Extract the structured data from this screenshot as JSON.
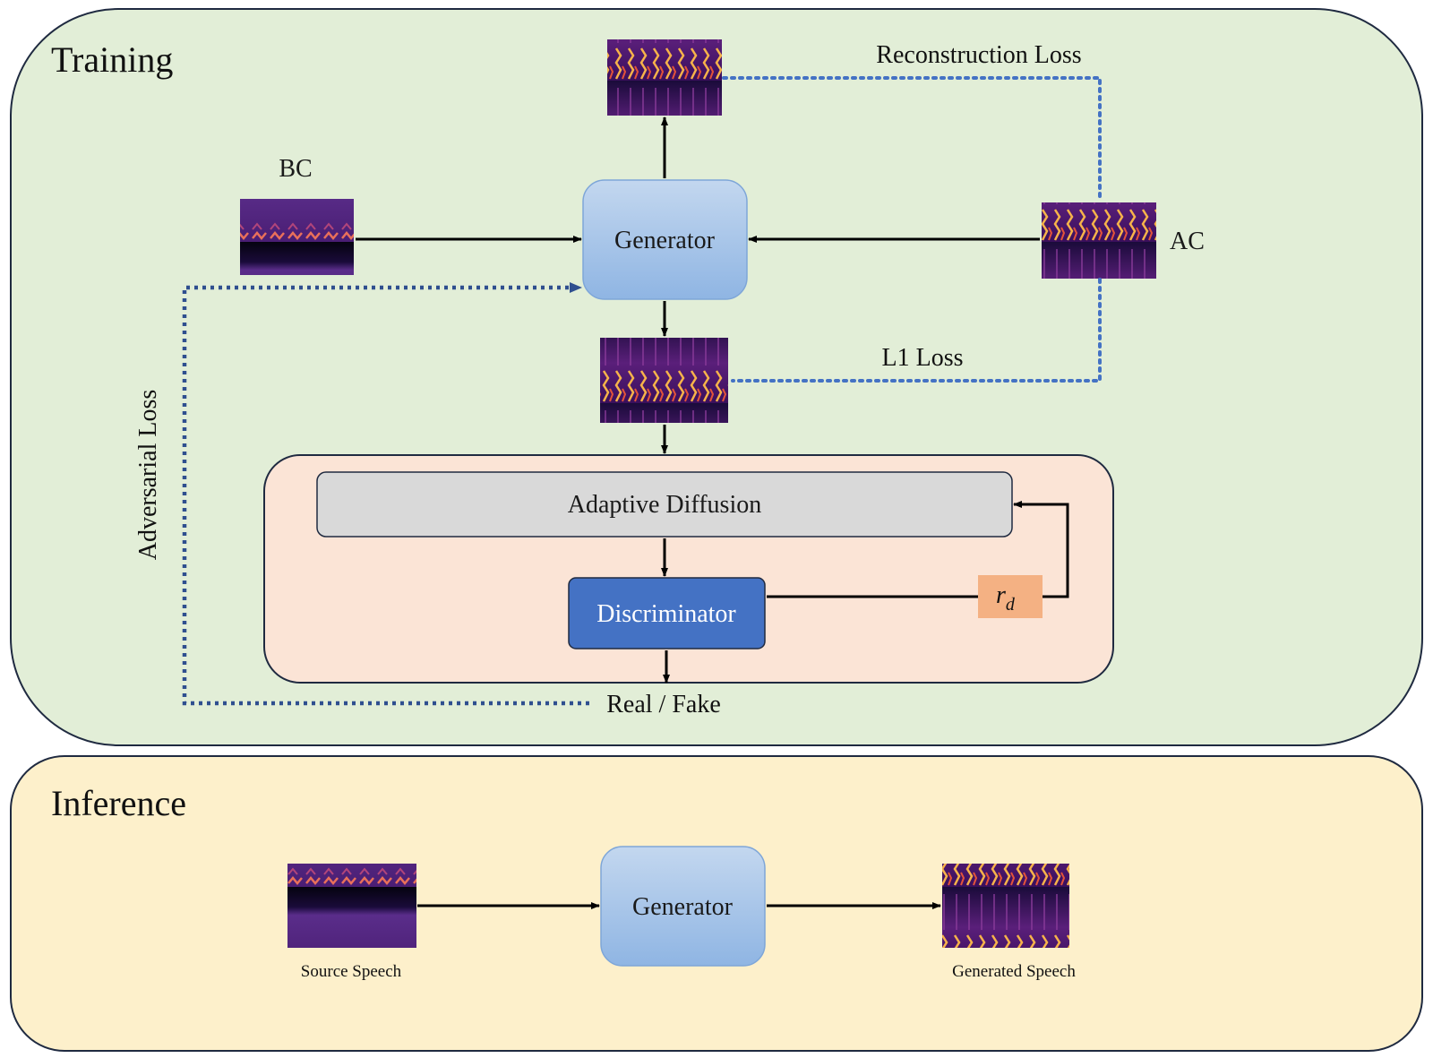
{
  "panels": {
    "training": {
      "title": "Training"
    },
    "inference": {
      "title": "Inference"
    }
  },
  "nodes": {
    "bc": "BC",
    "ac": "AC",
    "generator": "Generator",
    "adaptive_diffusion": "Adaptive Diffusion",
    "discriminator": "Discriminator",
    "rd_base": "r",
    "rd_sub": "d",
    "inference_generator": "Generator"
  },
  "edges": {
    "reconstruction_loss": "Reconstruction Loss",
    "l1_loss": "L1 Loss",
    "adversarial_loss": "Adversarial Loss",
    "real_fake": "Real / Fake",
    "source_speech": "Source Speech",
    "generated_speech": "Generated Speech"
  },
  "colors": {
    "training_bg": "#e2eed7",
    "inference_bg": "#fdf0cb",
    "discriminator_group_bg": "#fbe4d6",
    "generator_fill": "#a3c3e8",
    "adaptive_diffusion_fill": "#d9d9d9",
    "discriminator_fill": "#4472c4",
    "rd_fill": "#f4b183",
    "loss_dotted": "#4472c4"
  }
}
